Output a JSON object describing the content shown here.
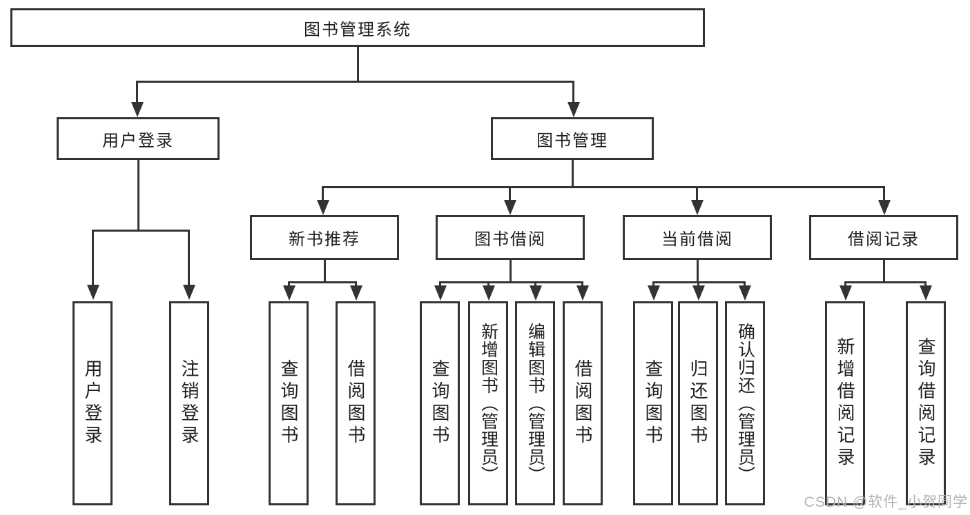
{
  "nodes": {
    "root": "图书管理系统",
    "level2": {
      "login": "用户登录",
      "management": "图书管理"
    },
    "level3": {
      "recommend": "新书推荐",
      "borrow": "图书借阅",
      "current": "当前借阅",
      "records": "借阅记录"
    },
    "leaves": {
      "login": [
        "用户登录",
        "注销登录"
      ],
      "recommend": [
        "查询图书",
        "借阅图书"
      ],
      "borrow": [
        "查询图书",
        "新增图书（管理员）",
        "编辑图书（管理员）",
        "借阅图书"
      ],
      "current": [
        "查询图书",
        "归还图书",
        "确认归还（管理员）"
      ],
      "records": [
        "新增借阅记录",
        "查询借阅记录"
      ]
    }
  },
  "watermark": "CSDN @软件_小贺同学",
  "colors": {
    "line": "#333333",
    "text": "#1f1f1f",
    "watermark": "#b3b3b3",
    "background": "#ffffff"
  }
}
